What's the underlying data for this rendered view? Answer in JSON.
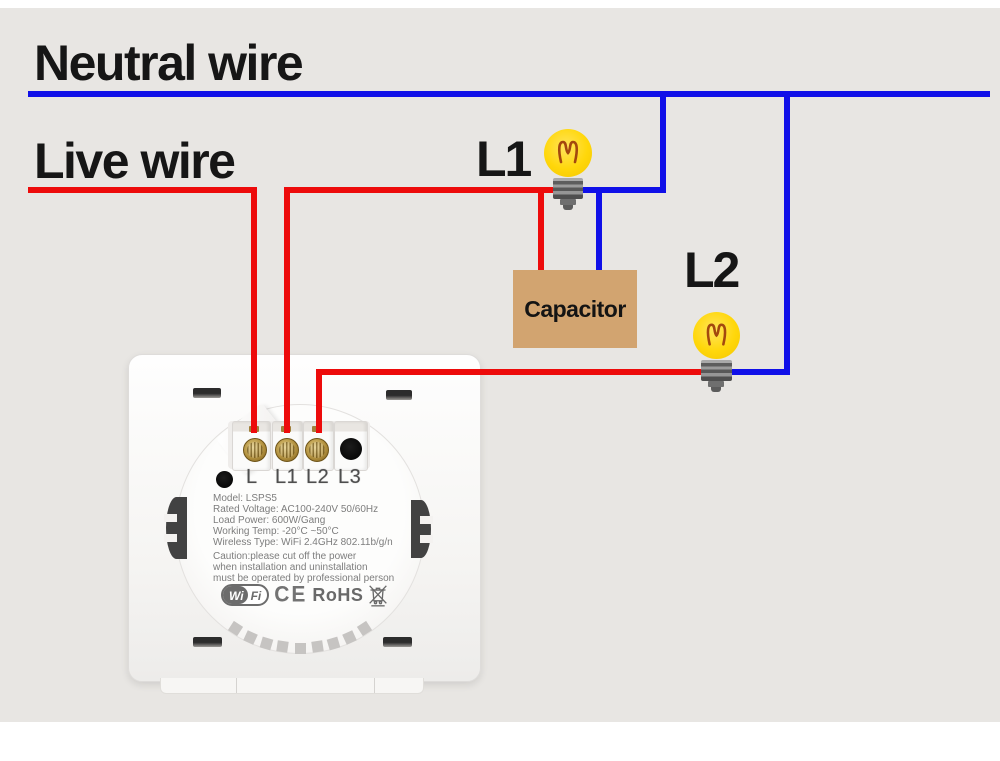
{
  "title_labels": {
    "neutral": "Neutral wire",
    "live": "Live wire"
  },
  "lamps": [
    {
      "label": "L1"
    },
    {
      "label": "L2"
    }
  ],
  "capacitor": {
    "label": "Capacitor"
  },
  "device": {
    "terminals": [
      "L",
      "L1",
      "L2",
      "L3"
    ],
    "specs": [
      "Model: LSPS5",
      "Rated Voltage: AC100-240V 50/60Hz",
      "Load Power: 600W/Gang",
      "Working Temp: -20°C ~50°C",
      "Wireless Type: WiFi 2.4GHz 802.11b/g/n"
    ],
    "caution": [
      "Caution:please cut off the power",
      "when installation and uninstallation",
      "must be operated by professional person"
    ],
    "logos": {
      "wifi_left": "Wi",
      "wifi_right": "Fi",
      "ce": "CE",
      "rohs": "RoHS"
    }
  },
  "colors": {
    "bg": "#e8e6e3",
    "wire-red": "#ed0b0b",
    "wire-blue": "#1010e8",
    "cap-fill": "#d2a470",
    "bulb": "#ffd70a"
  }
}
